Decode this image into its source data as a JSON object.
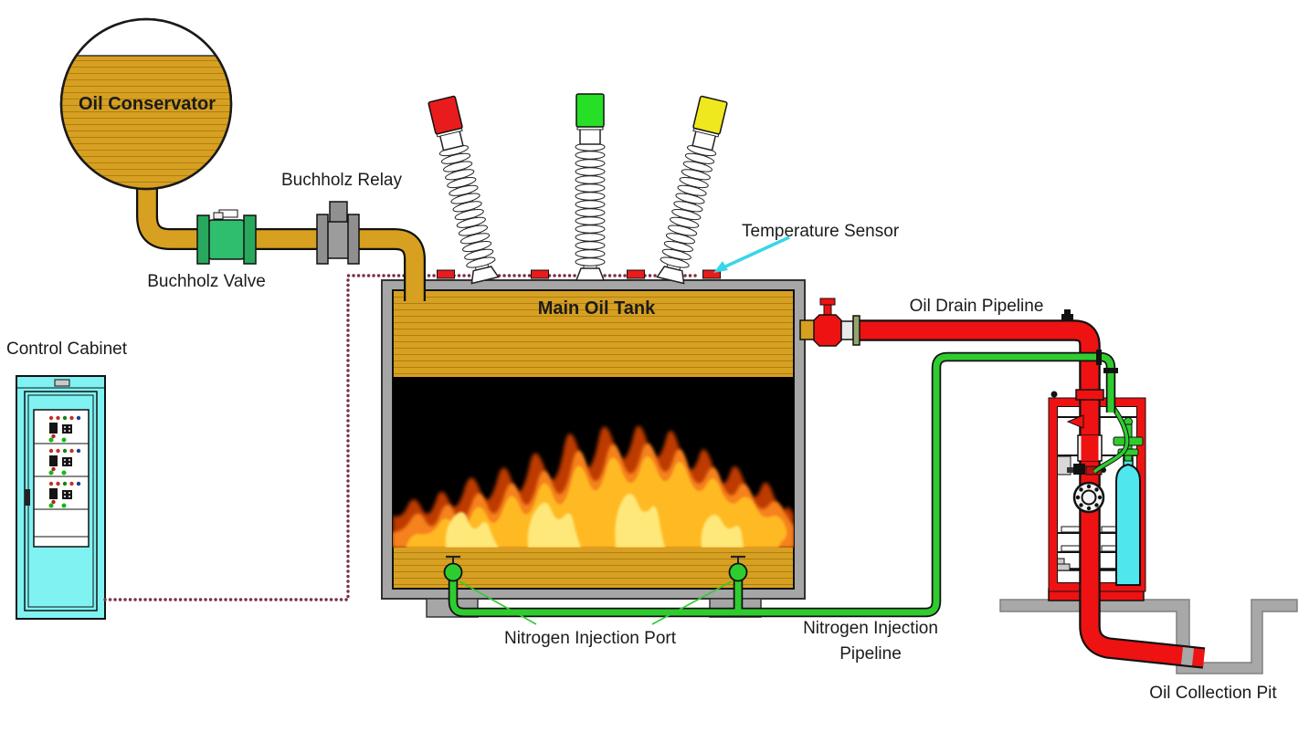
{
  "labels": {
    "oil_conservator": "Oil Conservator",
    "buchholz_relay": "Buchholz Relay",
    "buchholz_valve": "Buchholz Valve",
    "control_cabinet": "Control Cabinet",
    "temperature_sensor": "Temperature Sensor",
    "main_oil_tank": "Main Oil Tank",
    "oil_drain_pipeline": "Oil Drain Pipeline",
    "nitrogen_injection_port": "Nitrogen Injection Port",
    "nitrogen_injection_pipeline": [
      "Nitrogen Injection",
      "Pipeline"
    ],
    "oil_collection_pit": "Oil Collection Pit"
  },
  "colors": {
    "oil": "#D7A021",
    "tank_gray": "#A6A6A6",
    "ground_gray": "#A8A8A8",
    "pipe_red": "#EE1212",
    "pipe_green": "#2FCC2F",
    "valve_green": "#2EBE6E",
    "relay_gray": "#979797",
    "cabinet_cyan": "#80F2F2",
    "cylinder_cyan": "#4FE6EE",
    "signal_dotted": "#7B3045",
    "cap_red": "#E81C1C",
    "cap_green": "#28DF28",
    "cap_yellow": "#F0E81E",
    "arrow_cyan": "#38D6E8",
    "fire_dark": "#BE3B05",
    "fire_mid": "#F5821E",
    "fire_bright": "#FFB924",
    "fire_core": "#FFE87A"
  }
}
